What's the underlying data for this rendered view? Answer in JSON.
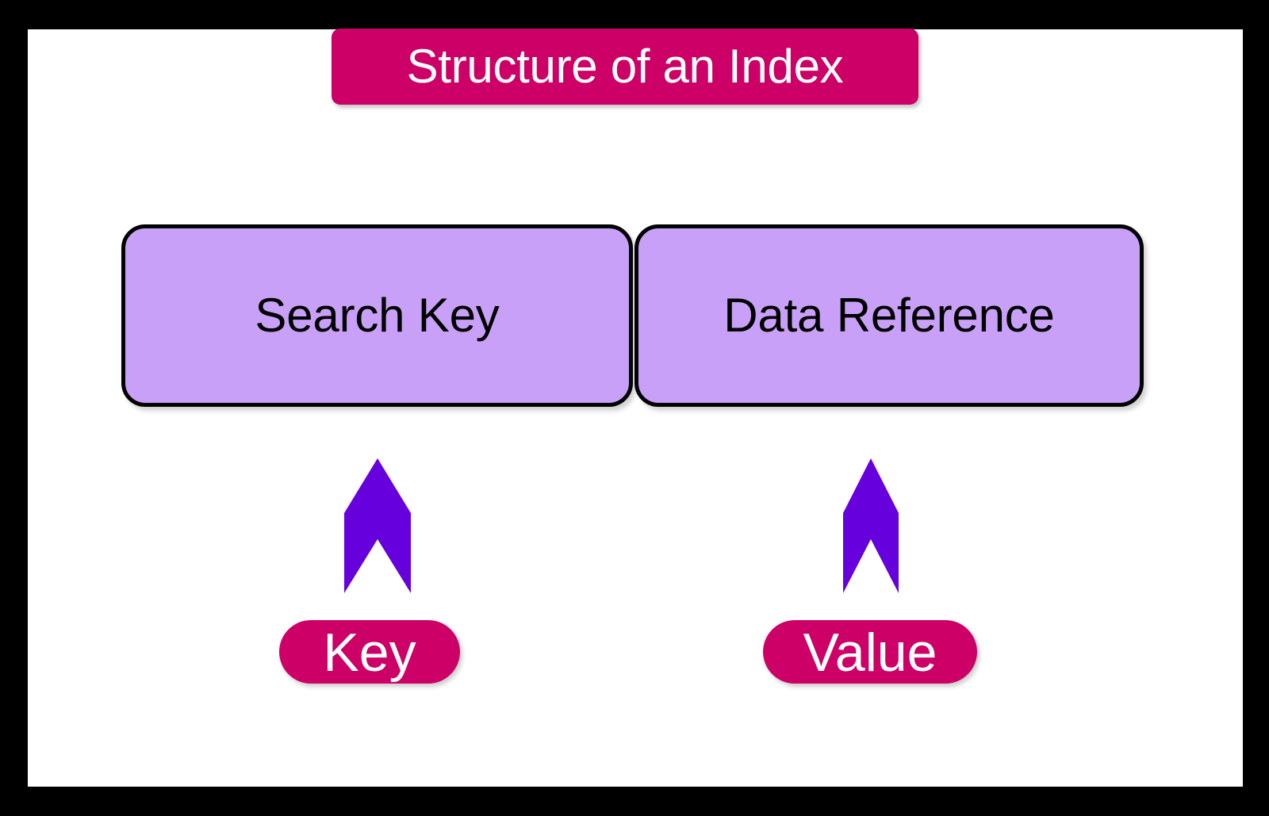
{
  "slide": {
    "title": "Structure of an Index",
    "frame_color": "#000000",
    "canvas_color": "#ffffff"
  },
  "theme": {
    "magenta": "#cc0066",
    "lilac": "#c9a0f8",
    "violet": "#6600dd",
    "outline": "#000000",
    "text_light": "#ffffff",
    "text_dark": "#000000"
  },
  "diagram": {
    "type": "index-record-structure",
    "record_fields": [
      {
        "id": "search-key",
        "label": "Search Key",
        "role_label": "Key",
        "fill": "#c9a0f8"
      },
      {
        "id": "data-reference",
        "label": "Data Reference",
        "role_label": "Value",
        "fill": "#c9a0f8"
      }
    ],
    "arrows": [
      {
        "id": "arrow-key",
        "icon": "up-pennant-arrow-icon",
        "points_to": "search-key",
        "color": "#6600dd"
      },
      {
        "id": "arrow-value",
        "icon": "up-pennant-arrow-icon",
        "points_to": "data-reference",
        "color": "#6600dd"
      }
    ]
  }
}
